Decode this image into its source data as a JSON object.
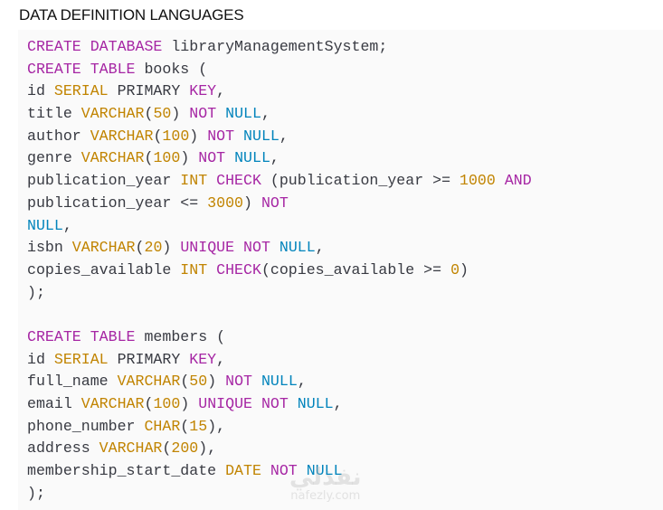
{
  "heading": "DATA DEFINITION LANGUAGES",
  "watermark": {
    "arabic": "نفذلي",
    "latin": "nafezly.com"
  },
  "colors": {
    "keyword": "#a626a4",
    "type": "#c18401",
    "literal": "#0184bc",
    "text": "#383a42",
    "background": "#fafafa"
  },
  "code_lines": [
    [
      [
        "CREATE DATABASE",
        "k"
      ],
      [
        " libraryManagementSystem;",
        "p"
      ]
    ],
    [
      [
        "CREATE TABLE",
        "k"
      ],
      [
        " books (",
        "p"
      ]
    ],
    [
      [
        "id ",
        "p"
      ],
      [
        "SERIAL",
        "t"
      ],
      [
        " PRIMARY ",
        "p"
      ],
      [
        "KEY",
        "k"
      ],
      [
        ",",
        "p"
      ]
    ],
    [
      [
        "title ",
        "p"
      ],
      [
        "VARCHAR",
        "t"
      ],
      [
        "(",
        "p"
      ],
      [
        "50",
        "n"
      ],
      [
        ") ",
        "p"
      ],
      [
        "NOT",
        "k"
      ],
      [
        " ",
        "p"
      ],
      [
        "NULL",
        "b"
      ],
      [
        ",",
        "p"
      ]
    ],
    [
      [
        "author ",
        "p"
      ],
      [
        "VARCHAR",
        "t"
      ],
      [
        "(",
        "p"
      ],
      [
        "100",
        "n"
      ],
      [
        ") ",
        "p"
      ],
      [
        "NOT",
        "k"
      ],
      [
        " ",
        "p"
      ],
      [
        "NULL",
        "b"
      ],
      [
        ",",
        "p"
      ]
    ],
    [
      [
        "genre ",
        "p"
      ],
      [
        "VARCHAR",
        "t"
      ],
      [
        "(",
        "p"
      ],
      [
        "100",
        "n"
      ],
      [
        ") ",
        "p"
      ],
      [
        "NOT",
        "k"
      ],
      [
        " ",
        "p"
      ],
      [
        "NULL",
        "b"
      ],
      [
        ",",
        "p"
      ]
    ],
    [
      [
        "publication_year ",
        "p"
      ],
      [
        "INT",
        "t"
      ],
      [
        " ",
        "p"
      ],
      [
        "CHECK",
        "k"
      ],
      [
        " (publication_year >= ",
        "p"
      ],
      [
        "1000",
        "n"
      ],
      [
        " ",
        "p"
      ],
      [
        "AND",
        "k"
      ]
    ],
    [
      [
        "publication_year <= ",
        "p"
      ],
      [
        "3000",
        "n"
      ],
      [
        ") ",
        "p"
      ],
      [
        "NOT",
        "k"
      ]
    ],
    [
      [
        "NULL",
        "b"
      ],
      [
        ",",
        "p"
      ]
    ],
    [
      [
        "isbn ",
        "p"
      ],
      [
        "VARCHAR",
        "t"
      ],
      [
        "(",
        "p"
      ],
      [
        "20",
        "n"
      ],
      [
        ") ",
        "p"
      ],
      [
        "UNIQUE",
        "k"
      ],
      [
        " ",
        "p"
      ],
      [
        "NOT",
        "k"
      ],
      [
        " ",
        "p"
      ],
      [
        "NULL",
        "b"
      ],
      [
        ",",
        "p"
      ]
    ],
    [
      [
        "copies_available ",
        "p"
      ],
      [
        "INT",
        "t"
      ],
      [
        " ",
        "p"
      ],
      [
        "CHECK",
        "k"
      ],
      [
        "(copies_available >= ",
        "p"
      ],
      [
        "0",
        "n"
      ],
      [
        ")",
        "p"
      ]
    ],
    [
      [
        ");",
        "p"
      ]
    ],
    [],
    [
      [
        "CREATE TABLE",
        "k"
      ],
      [
        " members (",
        "p"
      ]
    ],
    [
      [
        "id ",
        "p"
      ],
      [
        "SERIAL",
        "t"
      ],
      [
        " PRIMARY ",
        "p"
      ],
      [
        "KEY",
        "k"
      ],
      [
        ",",
        "p"
      ]
    ],
    [
      [
        "full_name ",
        "p"
      ],
      [
        "VARCHAR",
        "t"
      ],
      [
        "(",
        "p"
      ],
      [
        "50",
        "n"
      ],
      [
        ") ",
        "p"
      ],
      [
        "NOT",
        "k"
      ],
      [
        " ",
        "p"
      ],
      [
        "NULL",
        "b"
      ],
      [
        ",",
        "p"
      ]
    ],
    [
      [
        "email ",
        "p"
      ],
      [
        "VARCHAR",
        "t"
      ],
      [
        "(",
        "p"
      ],
      [
        "100",
        "n"
      ],
      [
        ") ",
        "p"
      ],
      [
        "UNIQUE",
        "k"
      ],
      [
        " ",
        "p"
      ],
      [
        "NOT",
        "k"
      ],
      [
        " ",
        "p"
      ],
      [
        "NULL",
        "b"
      ],
      [
        ",",
        "p"
      ]
    ],
    [
      [
        "phone_number ",
        "p"
      ],
      [
        "CHAR",
        "t"
      ],
      [
        "(",
        "p"
      ],
      [
        "15",
        "n"
      ],
      [
        "),",
        "p"
      ]
    ],
    [
      [
        "address ",
        "p"
      ],
      [
        "VARCHAR",
        "t"
      ],
      [
        "(",
        "p"
      ],
      [
        "200",
        "n"
      ],
      [
        "),",
        "p"
      ]
    ],
    [
      [
        "membership_start_date ",
        "p"
      ],
      [
        "DATE",
        "t"
      ],
      [
        " ",
        "p"
      ],
      [
        "NOT",
        "k"
      ],
      [
        " ",
        "p"
      ],
      [
        "NULL",
        "b"
      ]
    ],
    [
      [
        ");",
        "p"
      ]
    ]
  ]
}
